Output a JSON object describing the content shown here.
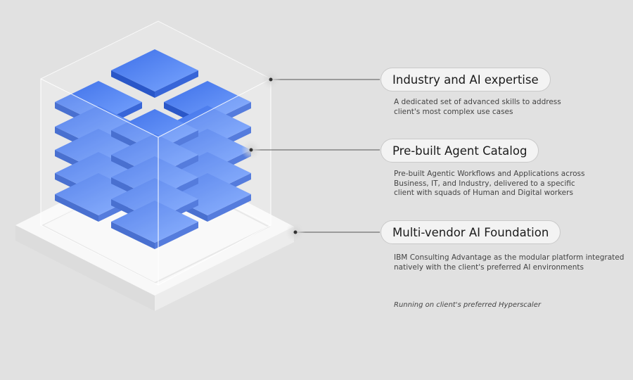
{
  "colors": {
    "background": "#e1e1e1",
    "tile_top": "#4a7ff0",
    "tile_side": "#2a57c8",
    "plate": "#f7f7f7"
  },
  "items": [
    {
      "title": "Industry and AI expertise",
      "description": [
        "A dedicated set of advanced skills to address",
        "client's most complex use cases"
      ]
    },
    {
      "title": "Pre-built Agent Catalog",
      "description": [
        "Pre-built Agentic Workflows and Applications across",
        "Business, IT, and Industry, delivered to a specific",
        "client with squads of Human and Digital workers"
      ]
    },
    {
      "title": "Multi-vendor AI Foundation",
      "description": [
        "IBM Consulting Advantage as the modular platform integrated",
        "natively with the client's preferred AI environments"
      ]
    }
  ],
  "footnote": "Running on client's preferred Hyperscaler"
}
